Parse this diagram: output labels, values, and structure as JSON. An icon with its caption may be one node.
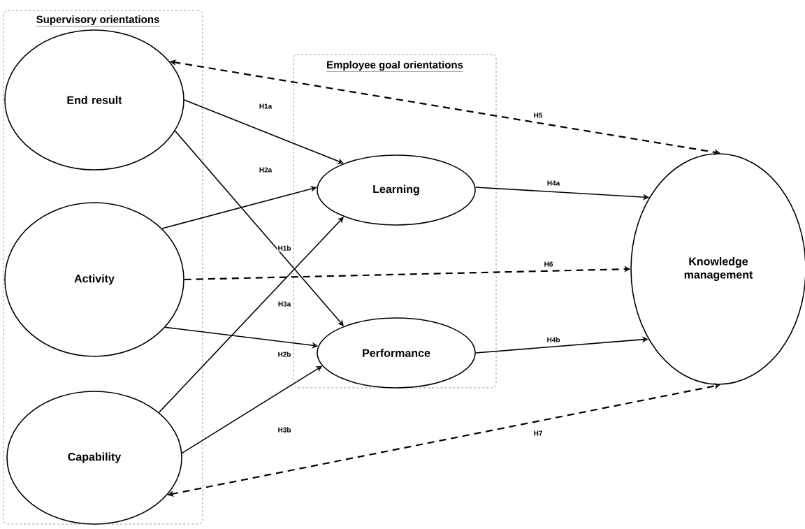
{
  "diagram": {
    "nodes": [
      {
        "text": [
          "Supervisory orientations"
        ]
      },
      {
        "text": [
          "End result"
        ],
        "in": 0
      },
      {
        "text": [
          "Activity"
        ],
        "in": 0
      },
      {
        "text": [
          "Capability"
        ],
        "in": 0
      },
      {
        "text": [
          "Employee goal orientations"
        ]
      },
      {
        "text": [
          "Learning"
        ],
        "in": 4
      },
      {
        "text": [
          "Performance"
        ],
        "in": 4
      },
      {
        "text": [
          "Knowledge management"
        ]
      }
    ],
    "edges": [
      {
        "from": 1,
        "to": 5,
        "arrow": "to",
        "label": "H1a"
      },
      {
        "from": 1,
        "to": 6,
        "arrow": "to",
        "label": "H1b"
      },
      {
        "from": 2,
        "to": 5,
        "arrow": "to",
        "label": "H2a"
      },
      {
        "from": 2,
        "to": 6,
        "arrow": "to",
        "label": "H2b"
      },
      {
        "from": 3,
        "to": 5,
        "arrow": "to",
        "label": "H3a"
      },
      {
        "from": 3,
        "to": 6,
        "arrow": "to",
        "label": "H3b"
      },
      {
        "from": 5,
        "to": 7,
        "arrow": "to",
        "label": "H4a"
      },
      {
        "from": 6,
        "to": 7,
        "arrow": "to",
        "label": "H4b"
      },
      {
        "from": 1,
        "to": 7,
        "arrow": "both",
        "label": "H5",
        "style": "dashed"
      },
      {
        "from": 2,
        "to": 7,
        "arrow": "to",
        "label": "H6",
        "style": "dashed"
      },
      {
        "from": 3,
        "to": 7,
        "arrow": "both",
        "label": "H7",
        "style": "dashed"
      }
    ]
  }
}
